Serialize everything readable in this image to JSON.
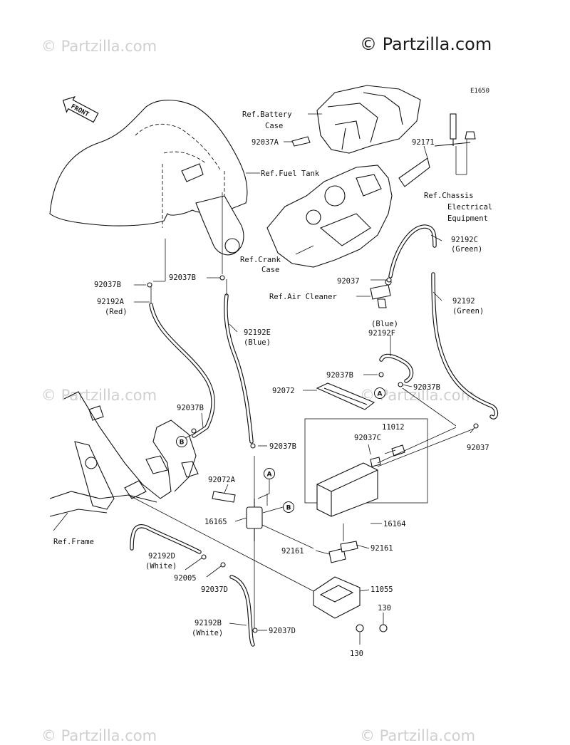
{
  "brand": "© Partzilla.com",
  "watermark": "© Partzilla.com",
  "diagram_code": "E1650",
  "front_label": "FRONT",
  "labels": {
    "ref_battery_case_1": "Ref.Battery",
    "ref_battery_case_2": "Case",
    "p92037A": "92037A",
    "p92171": "92171",
    "ref_fuel_tank": "Ref.Fuel Tank",
    "ref_chassis_1": "Ref.Chassis",
    "ref_chassis_2": "Electrical",
    "ref_chassis_3": "Equipment",
    "p92192C": "92192C",
    "green_1": "(Green)",
    "ref_crank_1": "Ref.Crank",
    "ref_crank_2": "Case",
    "p92037B_a": "92037B",
    "p92037B_b": "92037B",
    "p92037_a": "92037",
    "ref_air_cleaner": "Ref.Air Cleaner",
    "p92192A": "92192A",
    "red": "(Red)",
    "p92192": "92192",
    "green_2": "(Green)",
    "p92192E": "92192E",
    "blue_1": "(Blue)",
    "blue_2": "(Blue)",
    "p92192F": "92192F",
    "p92037B_c": "92037B",
    "p92072": "92072",
    "p92037B_d": "92037B",
    "p92037B_e": "92037B",
    "p92037B_f": "92037B",
    "p11012": "11012",
    "p92037C": "92037C",
    "p92037_b": "92037",
    "p92072A": "92072A",
    "p16165": "16165",
    "p16164": "16164",
    "ref_frame": "Ref.Frame",
    "p92161_a": "92161",
    "p92161_b": "92161",
    "p92192D": "92192D",
    "white_1": "(White)",
    "p92005": "92005",
    "p92037D_a": "92037D",
    "p11055": "11055",
    "p130_a": "130",
    "p92192B": "92192B",
    "white_2": "(White)",
    "p92037D_b": "92037D",
    "p130_b": "130"
  },
  "callouts": {
    "A": "A",
    "B": "B"
  }
}
